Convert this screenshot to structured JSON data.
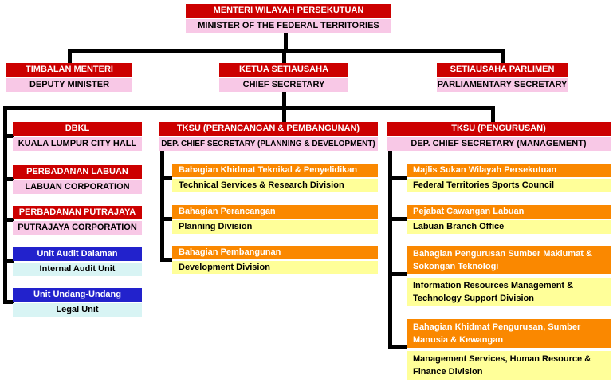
{
  "palette": {
    "background": "#FFFFFF",
    "red": "#CC0000",
    "pink": "#F8C8E6",
    "orange": "#FA8800",
    "yellow": "#FFFF99",
    "blue": "#2222CC",
    "cyan": "#D8F4F4",
    "line": "#000000"
  },
  "nodes": {
    "minister": {
      "title": "MENTERI WILAYAH PERSEKUTUAN",
      "subtitle": "MINISTER OF THE FEDERAL TERRITORIES"
    },
    "deputy_minister": {
      "title": "TIMBALAN MENTERI",
      "subtitle": "DEPUTY MINISTER"
    },
    "chief_secretary": {
      "title": "KETUA SETIAUSAHA",
      "subtitle": "CHIEF SECRETARY"
    },
    "parliamentary_secretary": {
      "title": "SETIAUSAHA PARLIMEN",
      "subtitle": "PARLIAMENTARY SECRETARY"
    },
    "dbkl": {
      "title": "DBKL",
      "subtitle": "KUALA LUMPUR CITY HALL"
    },
    "tksu_planning": {
      "title": "TKSU (PERANCANGAN & PEMBANGUNAN)",
      "subtitle": "DEP. CHIEF SECRETARY (PLANNING & DEVELOPMENT)"
    },
    "tksu_management": {
      "title": "TKSU (PENGURUSAN)",
      "subtitle": "DEP. CHIEF SECRETARY (MANAGEMENT)"
    },
    "labuan_corporation": {
      "title": "PERBADANAN LABUAN",
      "subtitle": "LABUAN CORPORATION"
    },
    "putrajaya_corporation": {
      "title": "PERBADANAN PUTRAJAYA",
      "subtitle": "PUTRAJAYA CORPORATION"
    },
    "internal_audit_unit": {
      "title": "Unit Audit Dalaman",
      "subtitle": "Internal Audit Unit"
    },
    "legal_unit": {
      "title": "Unit Undang-Undang",
      "subtitle": "Legal Unit"
    },
    "technical_services": {
      "title": "Bahagian Khidmat Teknikal & Penyelidikan",
      "subtitle": "Technical Services & Research Division"
    },
    "planning_division": {
      "title": "Bahagian Perancangan",
      "subtitle": "Planning Division"
    },
    "development_division": {
      "title": "Bahagian Pembangunan",
      "subtitle": "Development Division"
    },
    "sports_council": {
      "title": "Majlis Sukan Wilayah Persekutuan",
      "subtitle": "Federal Territories Sports Council"
    },
    "labuan_branch_office": {
      "title": "Pejabat Cawangan Labuan",
      "subtitle": "Labuan Branch Office"
    },
    "info_resources": {
      "title": "Bahagian Pengurusan Sumber Maklumat & Sokongan Teknologi",
      "subtitle": "Information Resources Management & Technology Support Division"
    },
    "management_services": {
      "title": "Bahagian Khidmat Pengurusan, Sumber Manusia & Kewangan",
      "subtitle": "Management Services, Human Resource & Finance Division"
    }
  }
}
